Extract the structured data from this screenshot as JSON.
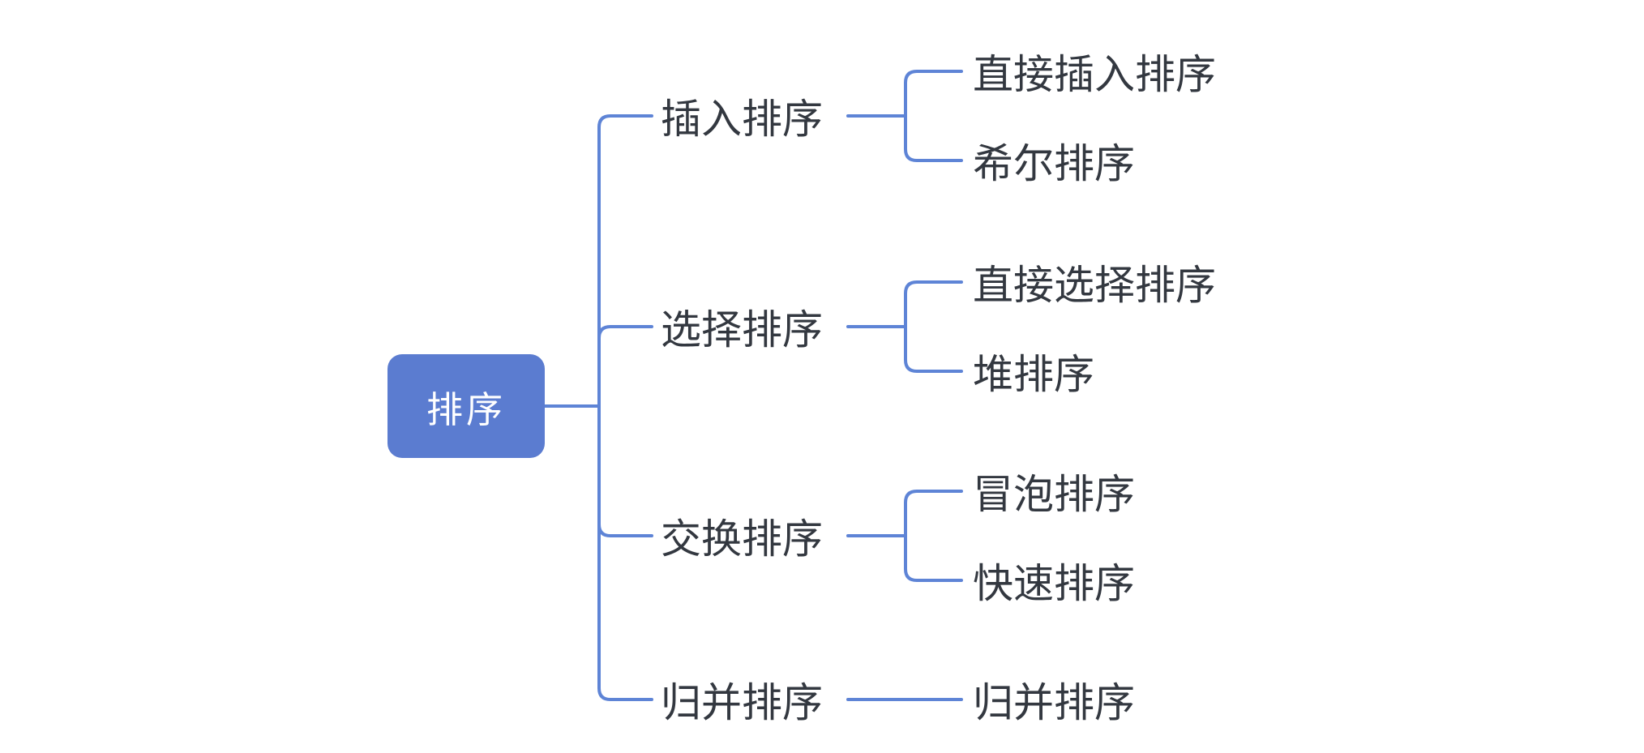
{
  "colors": {
    "root_fill": "#5b7cd0",
    "root_text": "#ffffff",
    "connector_line": "#5e84d6",
    "topic_text": "#333840",
    "background": "#ffffff"
  },
  "root": {
    "label": "排序"
  },
  "branches": [
    {
      "label": "插入排序",
      "children": [
        {
          "label": "直接插入排序"
        },
        {
          "label": "希尔排序"
        }
      ]
    },
    {
      "label": "选择排序",
      "children": [
        {
          "label": "直接选择排序"
        },
        {
          "label": "堆排序"
        }
      ]
    },
    {
      "label": "交换排序",
      "children": [
        {
          "label": "冒泡排序"
        },
        {
          "label": "快速排序"
        }
      ]
    },
    {
      "label": "归并排序",
      "children": [
        {
          "label": "归并排序"
        }
      ]
    }
  ]
}
